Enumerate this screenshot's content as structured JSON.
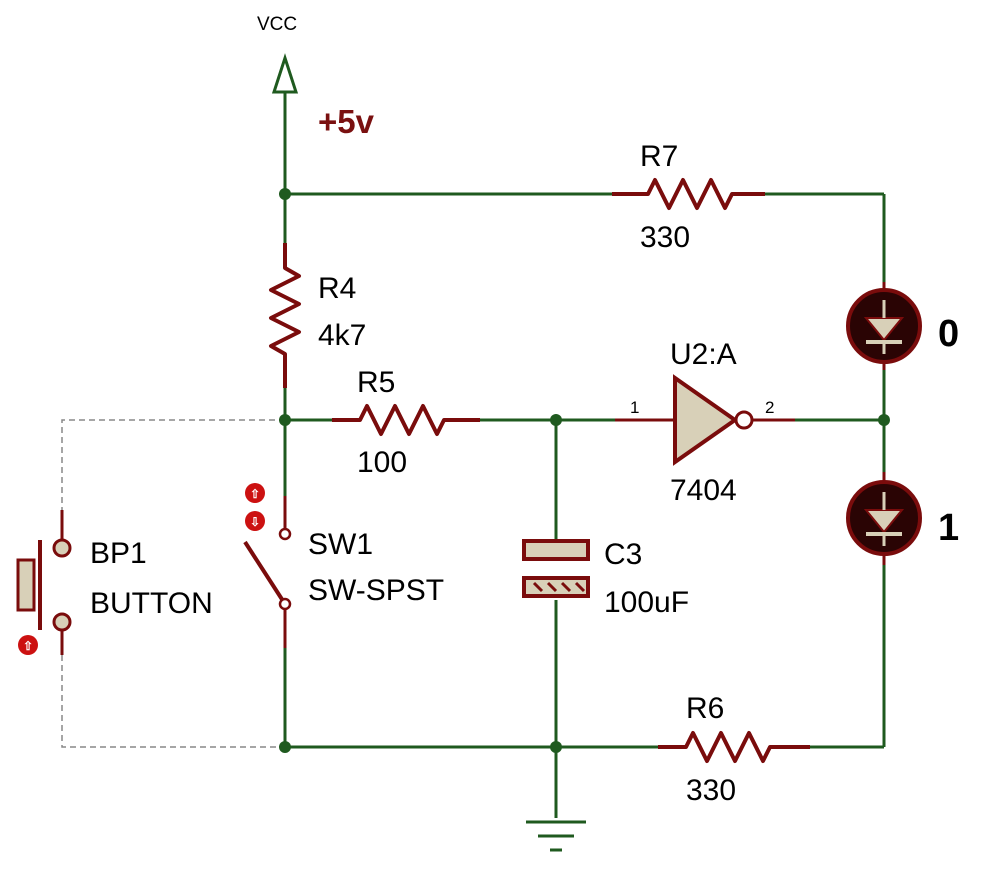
{
  "colors": {
    "wire": "#1f5a1f",
    "component": "#7a0c0c",
    "component_fill": "#d8d0b8",
    "label": "#000000",
    "accent": "#7a1010",
    "led_body": "#2a0404",
    "pin_marker": "#cc1111"
  },
  "power": {
    "vcc_label": "VCC",
    "supply_label": "+5v"
  },
  "components": {
    "r7": {
      "ref": "R7",
      "value": "330"
    },
    "r4": {
      "ref": "R4",
      "value": "4k7"
    },
    "r5": {
      "ref": "R5",
      "value": "100"
    },
    "r6": {
      "ref": "R6",
      "value": "330"
    },
    "c3": {
      "ref": "C3",
      "value": "100uF"
    },
    "u2": {
      "ref": "U2:A",
      "part": "7404",
      "pin_in": "1",
      "pin_out": "2"
    },
    "sw1": {
      "ref": "SW1",
      "part": "SW-SPST"
    },
    "bp1": {
      "ref": "BP1",
      "part": "BUTTON"
    }
  },
  "leds": {
    "top_label": "0",
    "bottom_label": "1"
  }
}
